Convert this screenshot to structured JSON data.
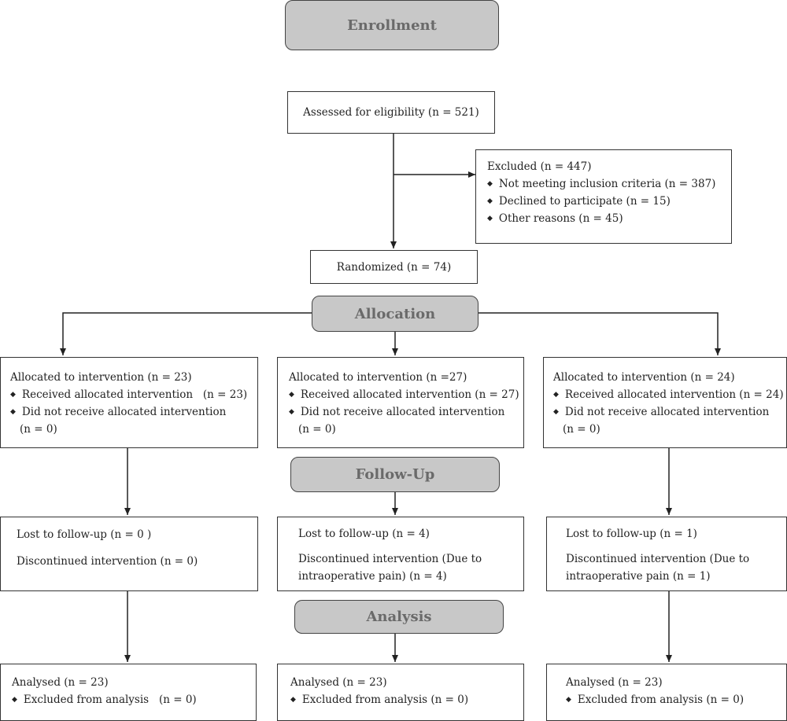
{
  "stages": {
    "enrollment": "Enrollment",
    "allocation": "Allocation",
    "followup": "Follow-Up",
    "analysis": "Analysis"
  },
  "assessed": "Assessed for eligibility (n = 521)",
  "excluded": {
    "title": "Excluded (n = 447)",
    "items": [
      "Not meeting inclusion criteria (n = 387)",
      "Declined to participate (n = 15)",
      "Other reasons (n = 45)"
    ]
  },
  "randomized": "Randomized (n = 74)",
  "groups": [
    {
      "allocated": "Allocated to intervention (n = 23)",
      "received": "Received allocated intervention   (n = 23)",
      "not_received": "Did not receive allocated intervention",
      "not_received_n": "(n = 0)",
      "lost": "Lost to follow-up (n = 0 )",
      "discontinued_1": "Discontinued intervention (n = 0)",
      "discontinued_2": "",
      "analysed": "Analysed (n = 23)",
      "excluded_analysis": "Excluded from analysis   (n = 0)"
    },
    {
      "allocated": "Allocated to intervention (n =27)",
      "received": "Received allocated intervention (n = 27)",
      "not_received": "Did not receive allocated intervention",
      "not_received_n": "(n = 0)",
      "lost": "Lost to follow-up (n = 4)",
      "discontinued_1": "Discontinued intervention (Due to",
      "discontinued_2": "intraoperative pain) (n = 4)",
      "analysed": "Analysed (n = 23)",
      "excluded_analysis": "Excluded from analysis (n = 0)"
    },
    {
      "allocated": "Allocated to intervention (n = 24)",
      "received": "Received allocated intervention (n = 24)",
      "not_received": "Did not receive allocated intervention",
      "not_received_n": "(n = 0)",
      "lost": "Lost to follow-up (n = 1)",
      "discontinued_1": "Discontinued intervention (Due to",
      "discontinued_2": "intraoperative pain (n = 1)",
      "analysed": "Analysed (n = 23)",
      "excluded_analysis": "Excluded from analysis (n = 0)"
    }
  ]
}
